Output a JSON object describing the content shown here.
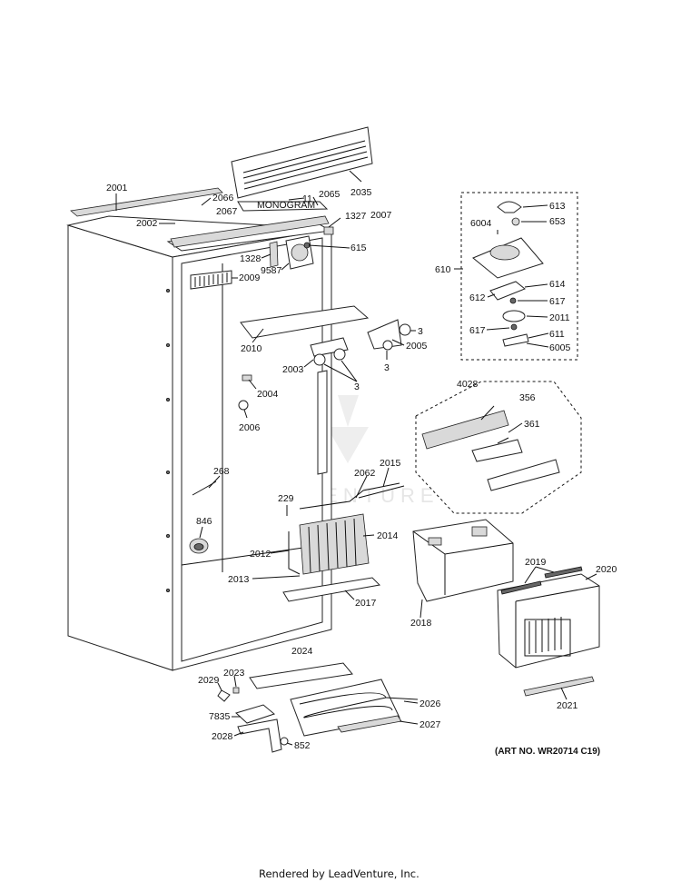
{
  "labels": {
    "p2001": "2001",
    "p2066": "2066",
    "p2067": "2067",
    "p2002": "2002",
    "p11": "11",
    "p2065": "2065",
    "p2035": "2035",
    "p1327": "1327",
    "p2007": "2007",
    "p615": "615",
    "p1328": "1328",
    "p9587": "9587",
    "p2009": "2009",
    "p2010": "2010",
    "p3a": "3",
    "p2005": "2005",
    "p3b": "3",
    "p2003": "2003",
    "p3c": "3",
    "p2004": "2004",
    "p2006": "2006",
    "p268": "268",
    "p229": "229",
    "p2062": "2062",
    "p2015": "2015",
    "p2014": "2014",
    "p846": "846",
    "p2012": "2012",
    "p2013": "2013",
    "p2017": "2017",
    "p2018": "2018",
    "p2019": "2019",
    "p2020": "2020",
    "p2021": "2021",
    "p2024": "2024",
    "p2029": "2029",
    "p2023": "2023",
    "p2026": "2026",
    "p7835": "7835",
    "p2027": "2027",
    "p2028": "2028",
    "p852": "852",
    "p610": "610",
    "p613": "613",
    "p6004": "6004",
    "p653": "653",
    "p614": "614",
    "p612": "612",
    "p617a": "617",
    "p2011": "2011",
    "p617b": "617",
    "p611": "611",
    "p6005": "6005",
    "p4028": "4028",
    "p356": "356",
    "p361": "361"
  },
  "brand_plate": "MONOGRAM",
  "art_number": "(ART NO. WR20714 C19)",
  "watermark": "LEADVENTURE",
  "footer": "Rendered by LeadVenture, Inc."
}
